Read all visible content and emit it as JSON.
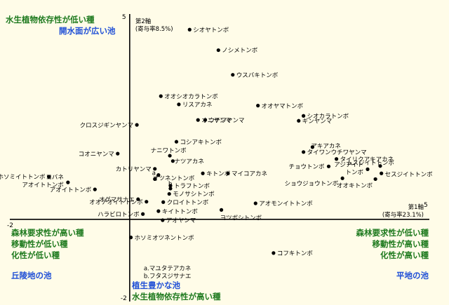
{
  "chart_data": {
    "type": "scatter",
    "xlim": [
      -2,
      5
    ],
    "ylim": [
      -2,
      5
    ],
    "axis1": {
      "label": "第1軸",
      "contribution": "(寄与率23.1%)",
      "min_label": "-2",
      "max_label": "5"
    },
    "axis2": {
      "label": "第2軸",
      "contribution": "(寄与率8.5%)",
      "min_label": "-2",
      "max_label": "5"
    },
    "points": [
      {
        "label": "シオヤトンボ",
        "x": 1.0,
        "y": 4.62
      },
      {
        "label": "ノシメトンボ",
        "x": 1.48,
        "y": 4.12
      },
      {
        "label": "ウスバキトンボ",
        "x": 1.72,
        "y": 3.52
      },
      {
        "label": "オオシオカラトンボ",
        "x": 0.52,
        "y": 3.0
      },
      {
        "label": "リスアカネ",
        "x": 0.82,
        "y": 2.8
      },
      {
        "label": "オオヤマトンボ",
        "x": 2.14,
        "y": 2.77
      },
      {
        "label": "シオカラトンボ",
        "x": 2.9,
        "y": 2.52
      },
      {
        "label": "オニヤンマ",
        "x": 1.14,
        "y": 2.42
      },
      {
        "label": "ウチワヤンマ",
        "x": 1.26,
        "y": 2.42
      },
      {
        "label": "ギンヤンマ",
        "x": 2.82,
        "y": 2.4
      },
      {
        "label": "クロスジギンヤンマ",
        "x": 0.12,
        "y": 2.3
      },
      {
        "label": "コシアキトンボ",
        "x": 0.78,
        "y": 1.89
      },
      {
        "label": "アキアカネ",
        "x": 3.05,
        "y": 1.76
      },
      {
        "label": "タイワンウチワヤンマ",
        "x": 2.9,
        "y": 1.64
      },
      {
        "label": "コオニヤンマ",
        "x": -0.2,
        "y": 1.6
      },
      {
        "label": "ナニワトンボ",
        "x": 0.67,
        "y": 1.55
      },
      {
        "label": "タイリクアキアカネ",
        "x": 3.45,
        "y": 1.47
      },
      {
        "label": "ナツアカネ",
        "x": 0.72,
        "y": 1.42
      },
      {
        "label": "ムスジイトトンボ",
        "x": 4.18,
        "y": 1.3
      },
      {
        "label": "チョウトンボ",
        "x": 3.32,
        "y": 1.29
      },
      {
        "label": "カトリヤンマ",
        "x": 0.42,
        "y": 1.23
      },
      {
        "label": "アジアイトトンボ",
        "x": 3.97,
        "y": 1.22
      },
      {
        "label": "セスジイトトンボ",
        "x": 4.2,
        "y": 1.12
      },
      {
        "label": "キトンボ",
        "x": 1.22,
        "y": 1.12
      },
      {
        "label": "マイコアカネ",
        "x": 1.64,
        "y": 1.12
      },
      {
        "label": "オツネントンボ",
        "x": 0.48,
        "y": 1.08
      },
      {
        "label": "ホソミイトトンボ",
        "x": -1.35,
        "y": 1.04
      },
      {
        "label": "ショウジョウトンボ",
        "x": 3.55,
        "y": 1.0
      },
      {
        "label": "コバネアオイトトンボ",
        "x": -1.03,
        "y": 0.9
      },
      {
        "label": "オオキトンボ",
        "x": 4.1,
        "y": 0.98
      },
      {
        "label": "a",
        "x": 0.42,
        "y": 0.98
      },
      {
        "label": "トラフトンボ",
        "x": 0.68,
        "y": 0.82
      },
      {
        "label": "アオイトトンボ",
        "x": -0.58,
        "y": 0.73
      },
      {
        "label": "b",
        "x": 0.68,
        "y": 0.75
      },
      {
        "label": "モノサシトンボ",
        "x": 0.66,
        "y": 0.62
      },
      {
        "label": "オグマサナエ",
        "x": 0.14,
        "y": 0.49
      },
      {
        "label": "オオアオイトトンボ",
        "x": 0.28,
        "y": 0.43
      },
      {
        "label": "クロイトトンボ",
        "x": 0.56,
        "y": 0.42
      },
      {
        "label": "アオモンイトトンボ",
        "x": 2.1,
        "y": 0.39
      },
      {
        "label": "ヨツボシトンボ",
        "x": 1.53,
        "y": 0.23
      },
      {
        "label": "キイトトンボ",
        "x": 0.48,
        "y": 0.2
      },
      {
        "label": "ハラビロトンボ",
        "x": 0.22,
        "y": 0.13
      },
      {
        "label": "アオヤンマ",
        "x": 0.55,
        "y": -0.02
      },
      {
        "label": "ホソミオツネントンボ",
        "x": 0.02,
        "y": -0.44
      },
      {
        "label": "コフキトンボ",
        "x": 2.4,
        "y": -0.82
      }
    ],
    "notes": [
      "a.マユタテアカネ",
      "b.フタスジサナエ"
    ],
    "quadrant_labels": {
      "top_left": [
        "水生植物依存性が低い種",
        "開水面が広い池"
      ],
      "left": [
        "森林要求性が高い種",
        "移動性が低い種",
        "化性が低い種",
        "丘陵地の池"
      ],
      "right": [
        "森林要求性が低い種",
        "移動性が高い種",
        "化性が高い種",
        "平地の池"
      ],
      "bottom": [
        "植生豊かな池",
        "水生植物依存性が高い種"
      ]
    },
    "colors": {
      "background": "#fffce8",
      "green": "#1e7a1e",
      "blue": "#1f4fd6",
      "axis": "#000000"
    }
  }
}
